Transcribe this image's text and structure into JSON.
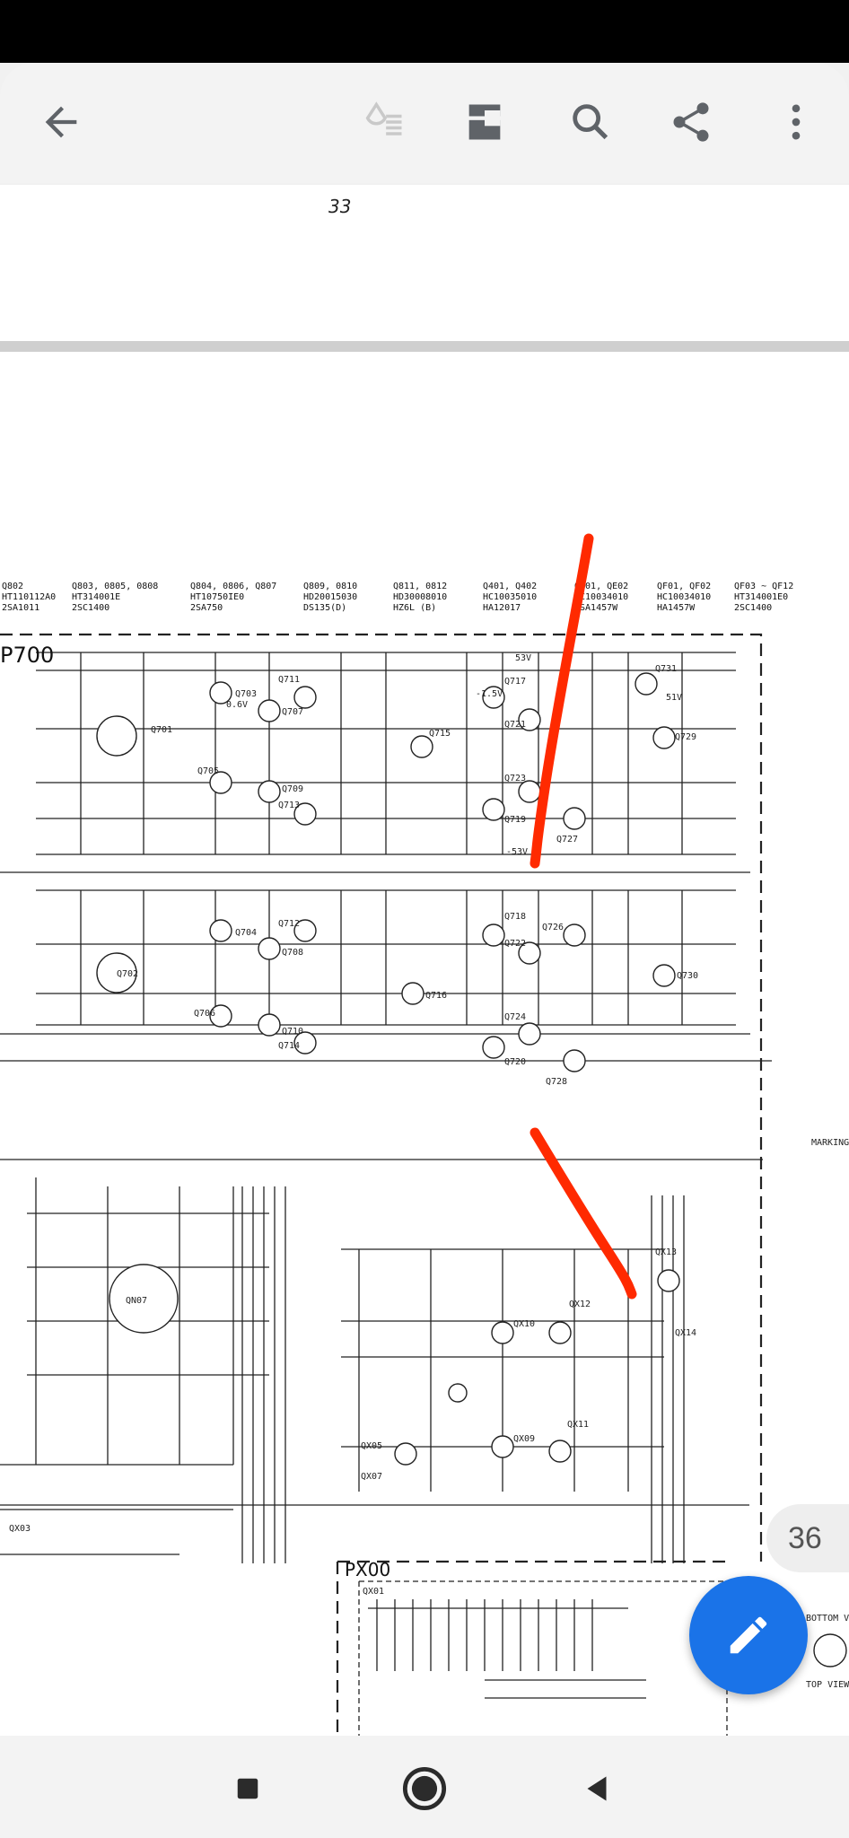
{
  "toolbar": {
    "back_icon": "arrow-back-icon",
    "ink_icon": "ink-reflow-icon",
    "page_layout_icon": "page-layout-icon",
    "search_icon": "search-icon",
    "share_icon": "share-icon",
    "more_icon": "more-vert-icon"
  },
  "document": {
    "prev_page_number": "33",
    "page_badge": "36"
  },
  "schematic": {
    "headers": [
      "Q802",
      "HT110112A0",
      "2SA1011",
      "Q803, 0805, 0808",
      "HT314001E",
      "2SC1400",
      "Q804, 0806, Q807",
      "HT10750IE0",
      "2SA750",
      "Q809, 0810",
      "HD20015030",
      "DS135(D)",
      "Q811, 0812",
      "HD30008010",
      "HZ6L (B)",
      "Q401, Q402",
      "HC10035010",
      "HA12017",
      "QE01, QE02",
      "HC10034010",
      "2SA1457W",
      "QF01, QF02",
      "HC10034010",
      "HA1457W",
      "QF03 ~ QF12",
      "HT314001E0",
      "2SC1400"
    ],
    "block_p700": "P700",
    "block_px00": "PX00",
    "marking": "MARKING",
    "bottom_view": "BOTTOM VIEW",
    "top_view": "TOP VIEW",
    "transistors_top": [
      "Q701",
      "Q703",
      "Q705",
      "Q707",
      "Q709",
      "Q711",
      "Q713",
      "Q715",
      "Q717",
      "Q719",
      "Q721",
      "Q723",
      "Q727",
      "Q729",
      "Q731"
    ],
    "transistors_mid": [
      "Q702",
      "Q704",
      "Q706",
      "Q708",
      "Q710",
      "Q712",
      "Q714",
      "Q716",
      "Q718",
      "Q720",
      "Q722",
      "Q724",
      "Q726",
      "Q728",
      "Q730"
    ],
    "transistors_low": [
      "QN07",
      "QX05",
      "QX07",
      "QX09",
      "QX10",
      "QX11",
      "QX12",
      "QX13",
      "QX14",
      "QX03",
      "QX01"
    ],
    "rail_labels": [
      "53V",
      "-53V",
      "51V",
      "-1.5V",
      "0.6V"
    ]
  },
  "fab": {
    "icon": "edit-pencil-icon"
  },
  "navbar": {
    "recents_icon": "recents-square-icon",
    "home_icon": "home-circle-icon",
    "back_icon": "back-triangle-icon"
  },
  "colors": {
    "fab": "#1a73e8",
    "annotation_stroke": "#ff2a00",
    "toolbar_icon": "#5f6368"
  }
}
